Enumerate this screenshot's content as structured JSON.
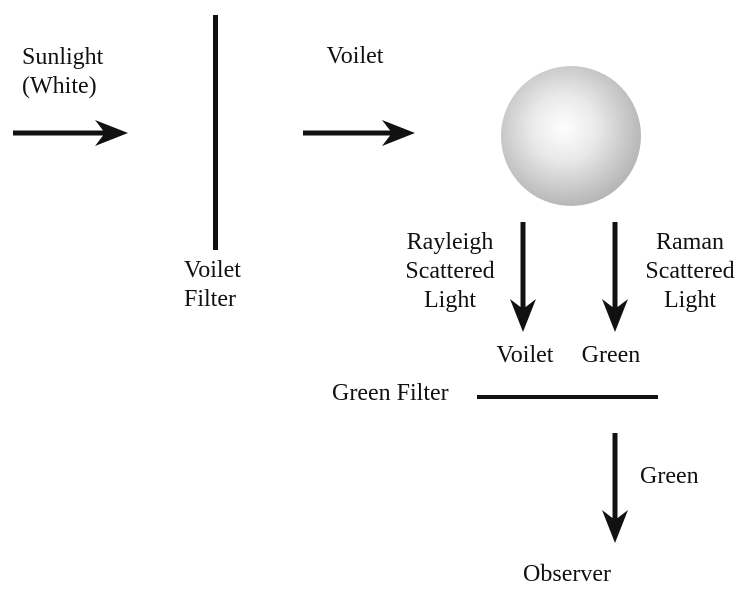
{
  "diagram": {
    "type": "physics-schematic",
    "topic": "Raman and Rayleigh scattering of filtered sunlight",
    "source_label": {
      "line1": "Sunlight",
      "line2": "(White)"
    },
    "incident_beam_label": "Voilet",
    "violet_filter_label": {
      "line1": "Voilet",
      "line2": "Filter"
    },
    "rayleigh_label": {
      "line1": "Rayleigh",
      "line2": "Scattered",
      "line3": "Light"
    },
    "raman_label": {
      "line1": "Raman",
      "line2": "Scattered",
      "line3": "Light"
    },
    "rayleigh_output_label": "Voilet",
    "raman_output_label": "Green",
    "green_filter_label": "Green Filter",
    "transmitted_label": "Green",
    "observer_label": "Observer",
    "colors": {
      "ink": "#111111",
      "background": "#ffffff",
      "sphere_edge": "#9a9a9a",
      "sphere_highlight": "#fefefe"
    }
  }
}
